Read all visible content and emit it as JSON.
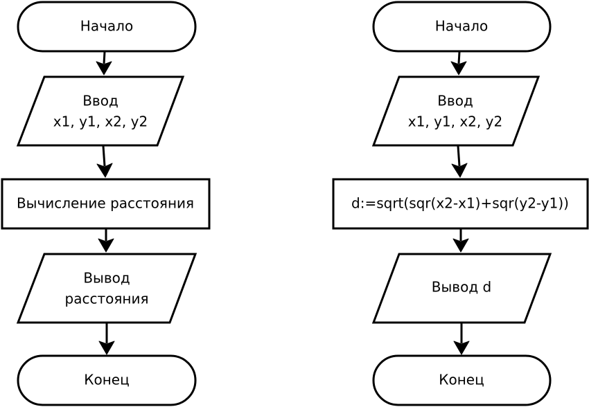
{
  "left_flowchart": {
    "start": "Начало",
    "input_line1": "Ввод",
    "input_line2": "x1, y1, x2, y2",
    "process": "Вычисление расстояния",
    "output_line1": "Вывод",
    "output_line2": "расстояния",
    "end": "Конец"
  },
  "right_flowchart": {
    "start": "Начало",
    "input_line1": "Ввод",
    "input_line2": "x1, y1, x2, y2",
    "process": "d:=sqrt(sqr(x2-x1)+sqr(y2-y1))",
    "output": "Вывод d",
    "end": "Конец"
  }
}
